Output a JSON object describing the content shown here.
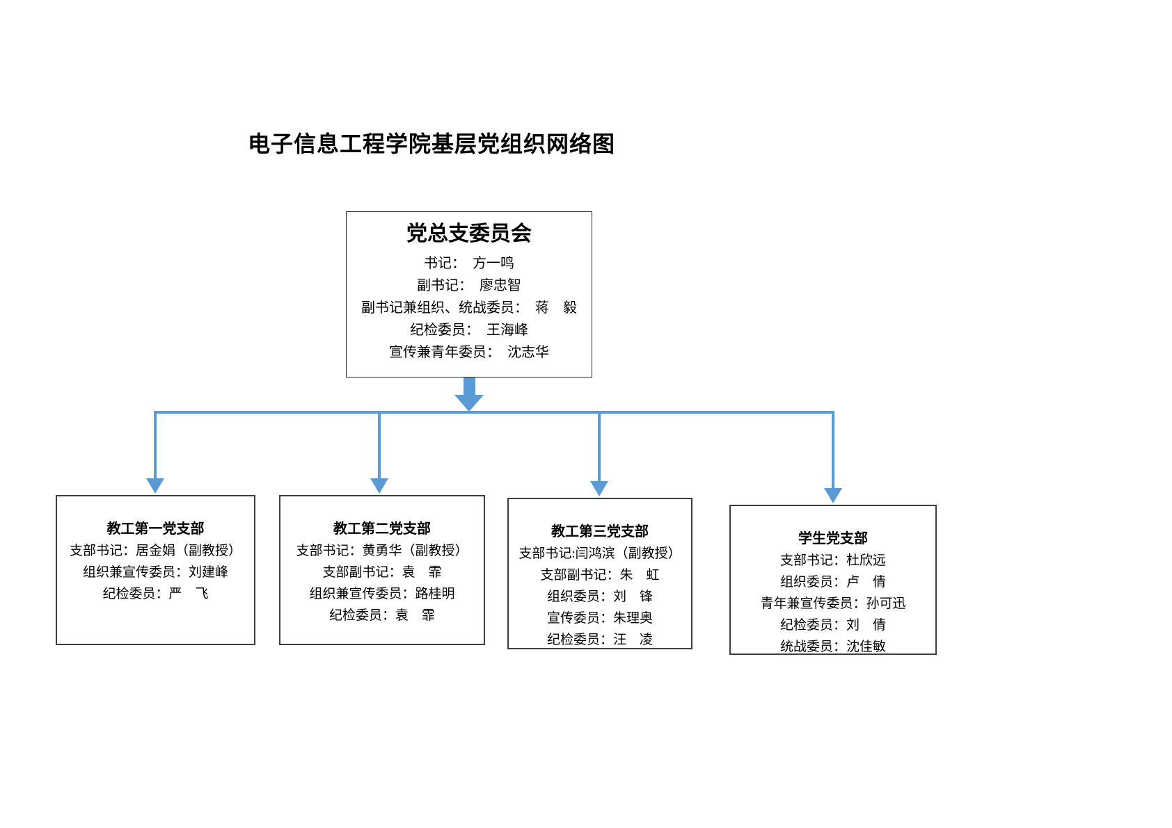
{
  "title": "电子信息工程学院基层党组织网络图",
  "colors": {
    "accent": "#5B9BD5",
    "box_border": "#3d3d3d",
    "text": "#000000"
  },
  "root": {
    "name": "党总支委员会",
    "members": [
      "书记：　方一鸣",
      "副书记：　廖忠智",
      "副书记兼组织、统战委员：　蒋　毅",
      "纪检委员：　王海峰",
      "宣传兼青年委员：　沈志华"
    ]
  },
  "branches": [
    {
      "name": "教工第一党支部",
      "members": [
        "支部书记：居金娟（副教授）",
        "组织兼宣传委员：刘建峰",
        "纪检委员：严　飞"
      ]
    },
    {
      "name": "教工第二党支部",
      "members": [
        "支部书记：黄勇华（副教授）",
        "支部副书记：袁　霏",
        "组织兼宣传委员：路桂明",
        "纪检委员：袁　霏"
      ]
    },
    {
      "name": "教工第三党支部",
      "members": [
        "支部书记:闫鸿滨（副教授）",
        "支部副书记：朱　虹",
        "组织委员：刘　锋",
        "宣传委员：朱理奥",
        "纪检委员：汪　凌"
      ]
    },
    {
      "name": "学生党支部",
      "members": [
        "支部书记：杜欣远",
        "组织委员：卢　倩",
        "青年兼宣传委员：孙可迅",
        "纪检委员：刘　倩",
        "统战委员：沈佳敏"
      ]
    }
  ]
}
